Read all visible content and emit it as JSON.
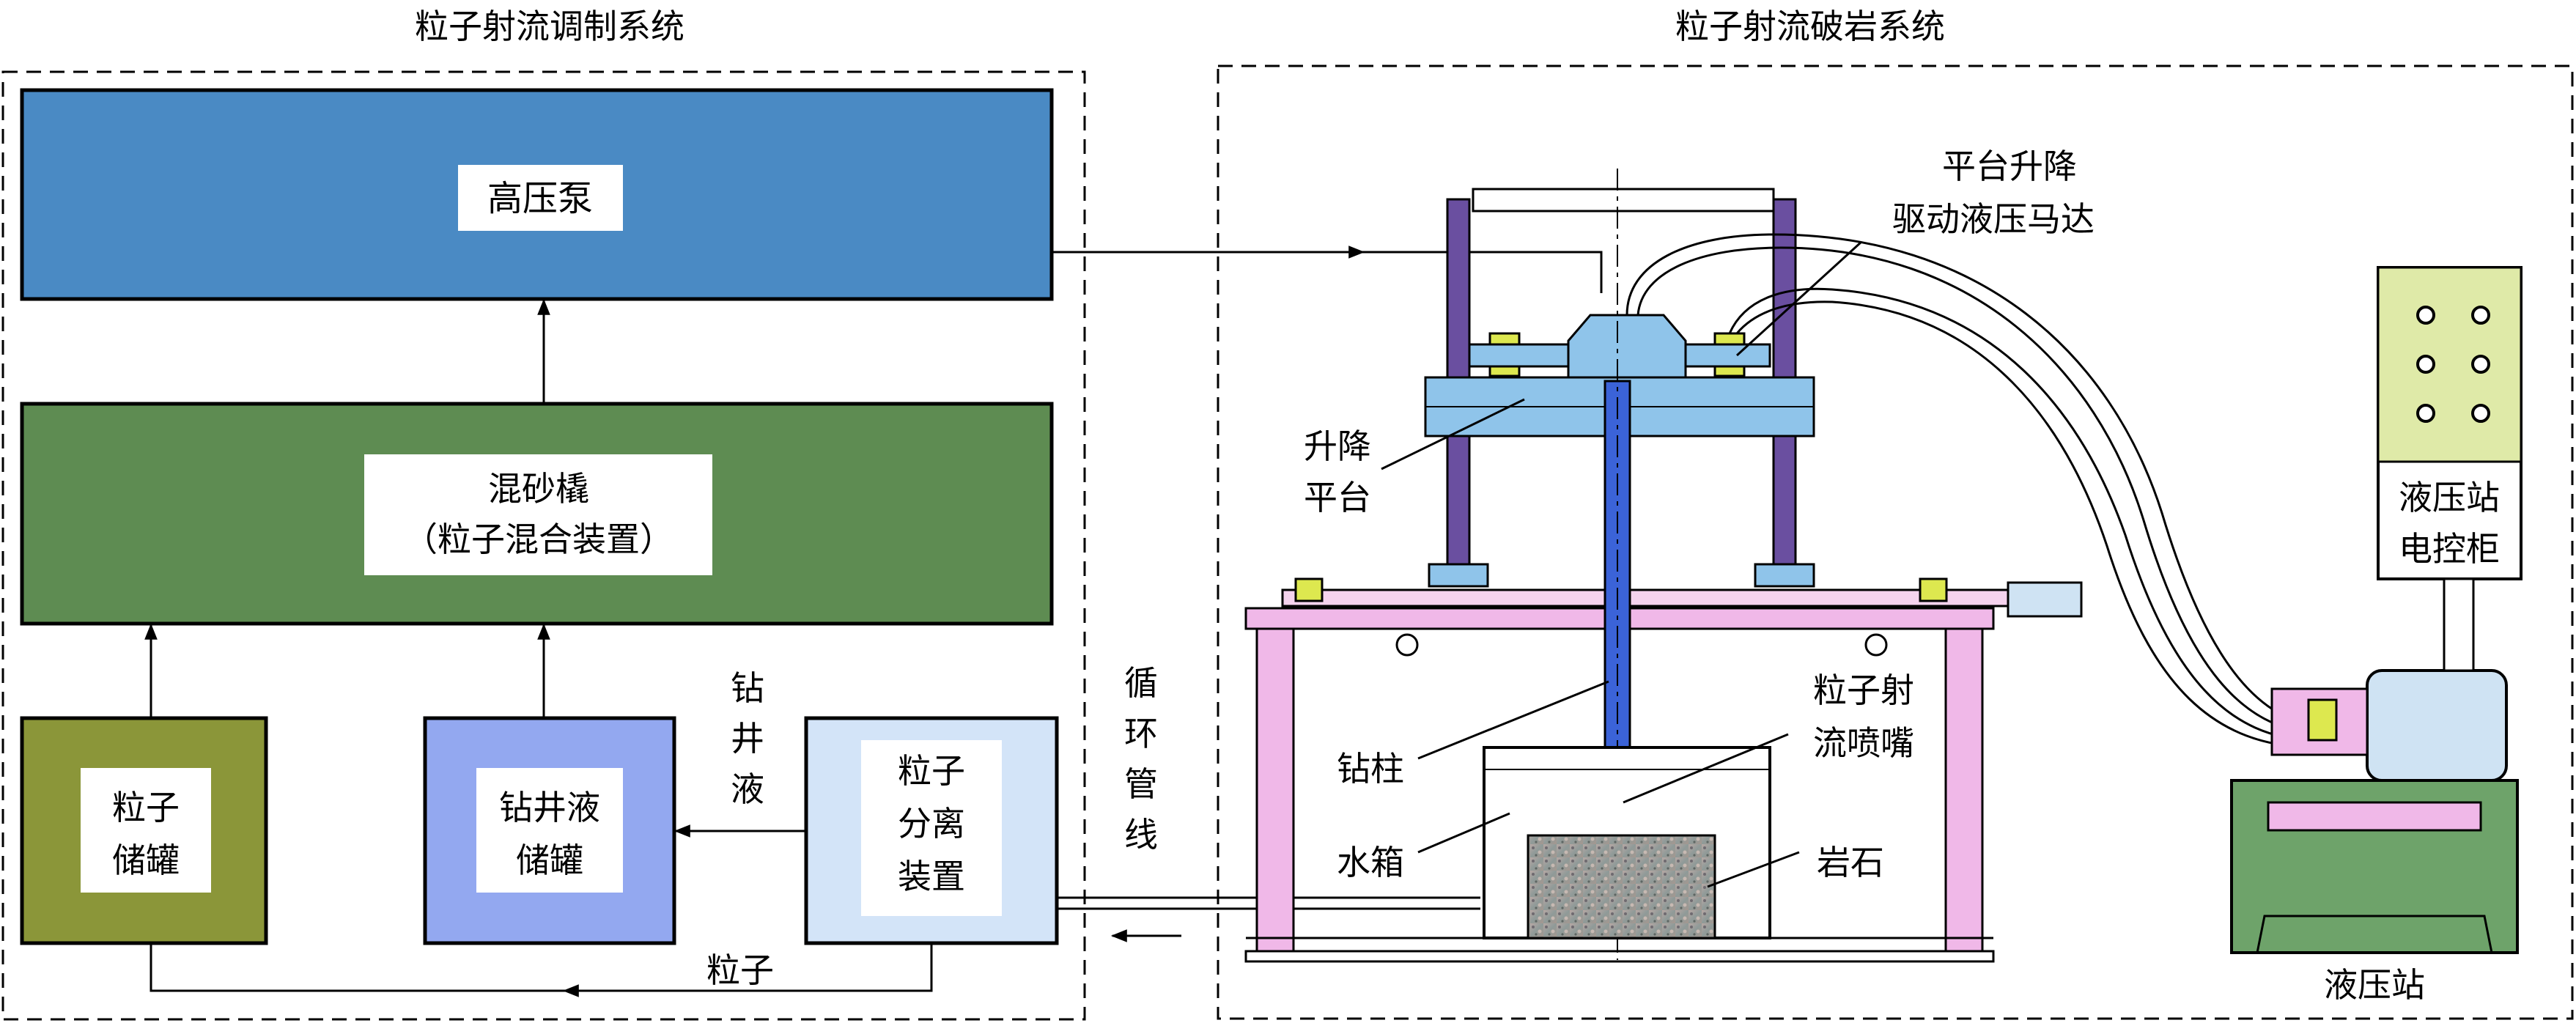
{
  "left_system": {
    "title": "粒子射流调制系统",
    "pump": "高压泵",
    "mixer_line1": "混砂橇",
    "mixer_line2": "（粒子混合装置）",
    "particle_tank_1": "粒子",
    "particle_tank_2": "储罐",
    "fluid_tank_1": "钻井液",
    "fluid_tank_2": "储罐",
    "separator_1": "粒子",
    "separator_2": "分离",
    "separator_3": "装置",
    "fluid_flow_1": "钻",
    "fluid_flow_2": "井",
    "fluid_flow_3": "液",
    "particle_flow": "粒子"
  },
  "circulation_line": [
    "循",
    "环",
    "管",
    "线"
  ],
  "right_system": {
    "title": "粒子射流破岩系统",
    "motor_1": "平台升降",
    "motor_2": "驱动液压马达",
    "platform_1": "升降",
    "platform_2": "平台",
    "drill_column": "钻柱",
    "nozzle_1": "粒子射",
    "nozzle_2": "流喷嘴",
    "water_tank": "水箱",
    "rock": "岩石",
    "control_cabinet_1": "液压站",
    "control_cabinet_2": "电控柜",
    "hydraulic_station": "液压站"
  },
  "colors": {
    "pump": "#4a8ac4",
    "mixer": "#5e8c52",
    "particle_tank": "#8b9639",
    "fluid_tank": "#93a8f0",
    "separator": "#d3e4f8",
    "frame_pink": "#f0b8e8",
    "frame_purple": "#6a4fa0",
    "platform_blue": "#8fc4ea",
    "drill_blue": "#3b63d8",
    "station_green": "#6ea36a",
    "cabinet_green": "#dfeaa8",
    "motor_blue": "#cfe3f3"
  }
}
